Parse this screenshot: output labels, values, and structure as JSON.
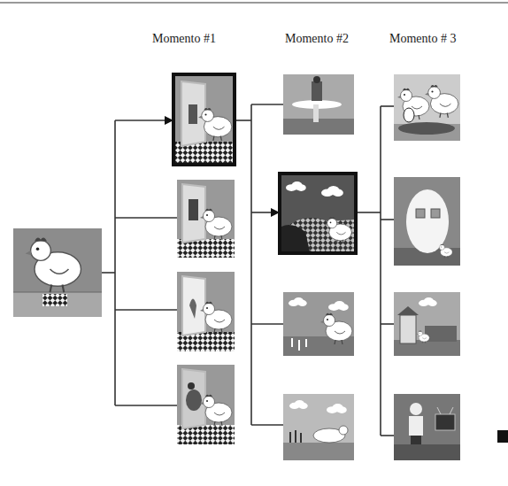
{
  "diagram": {
    "labels": [
      "Momento #1",
      "Momento #2",
      "Momento # 3"
    ]
  }
}
